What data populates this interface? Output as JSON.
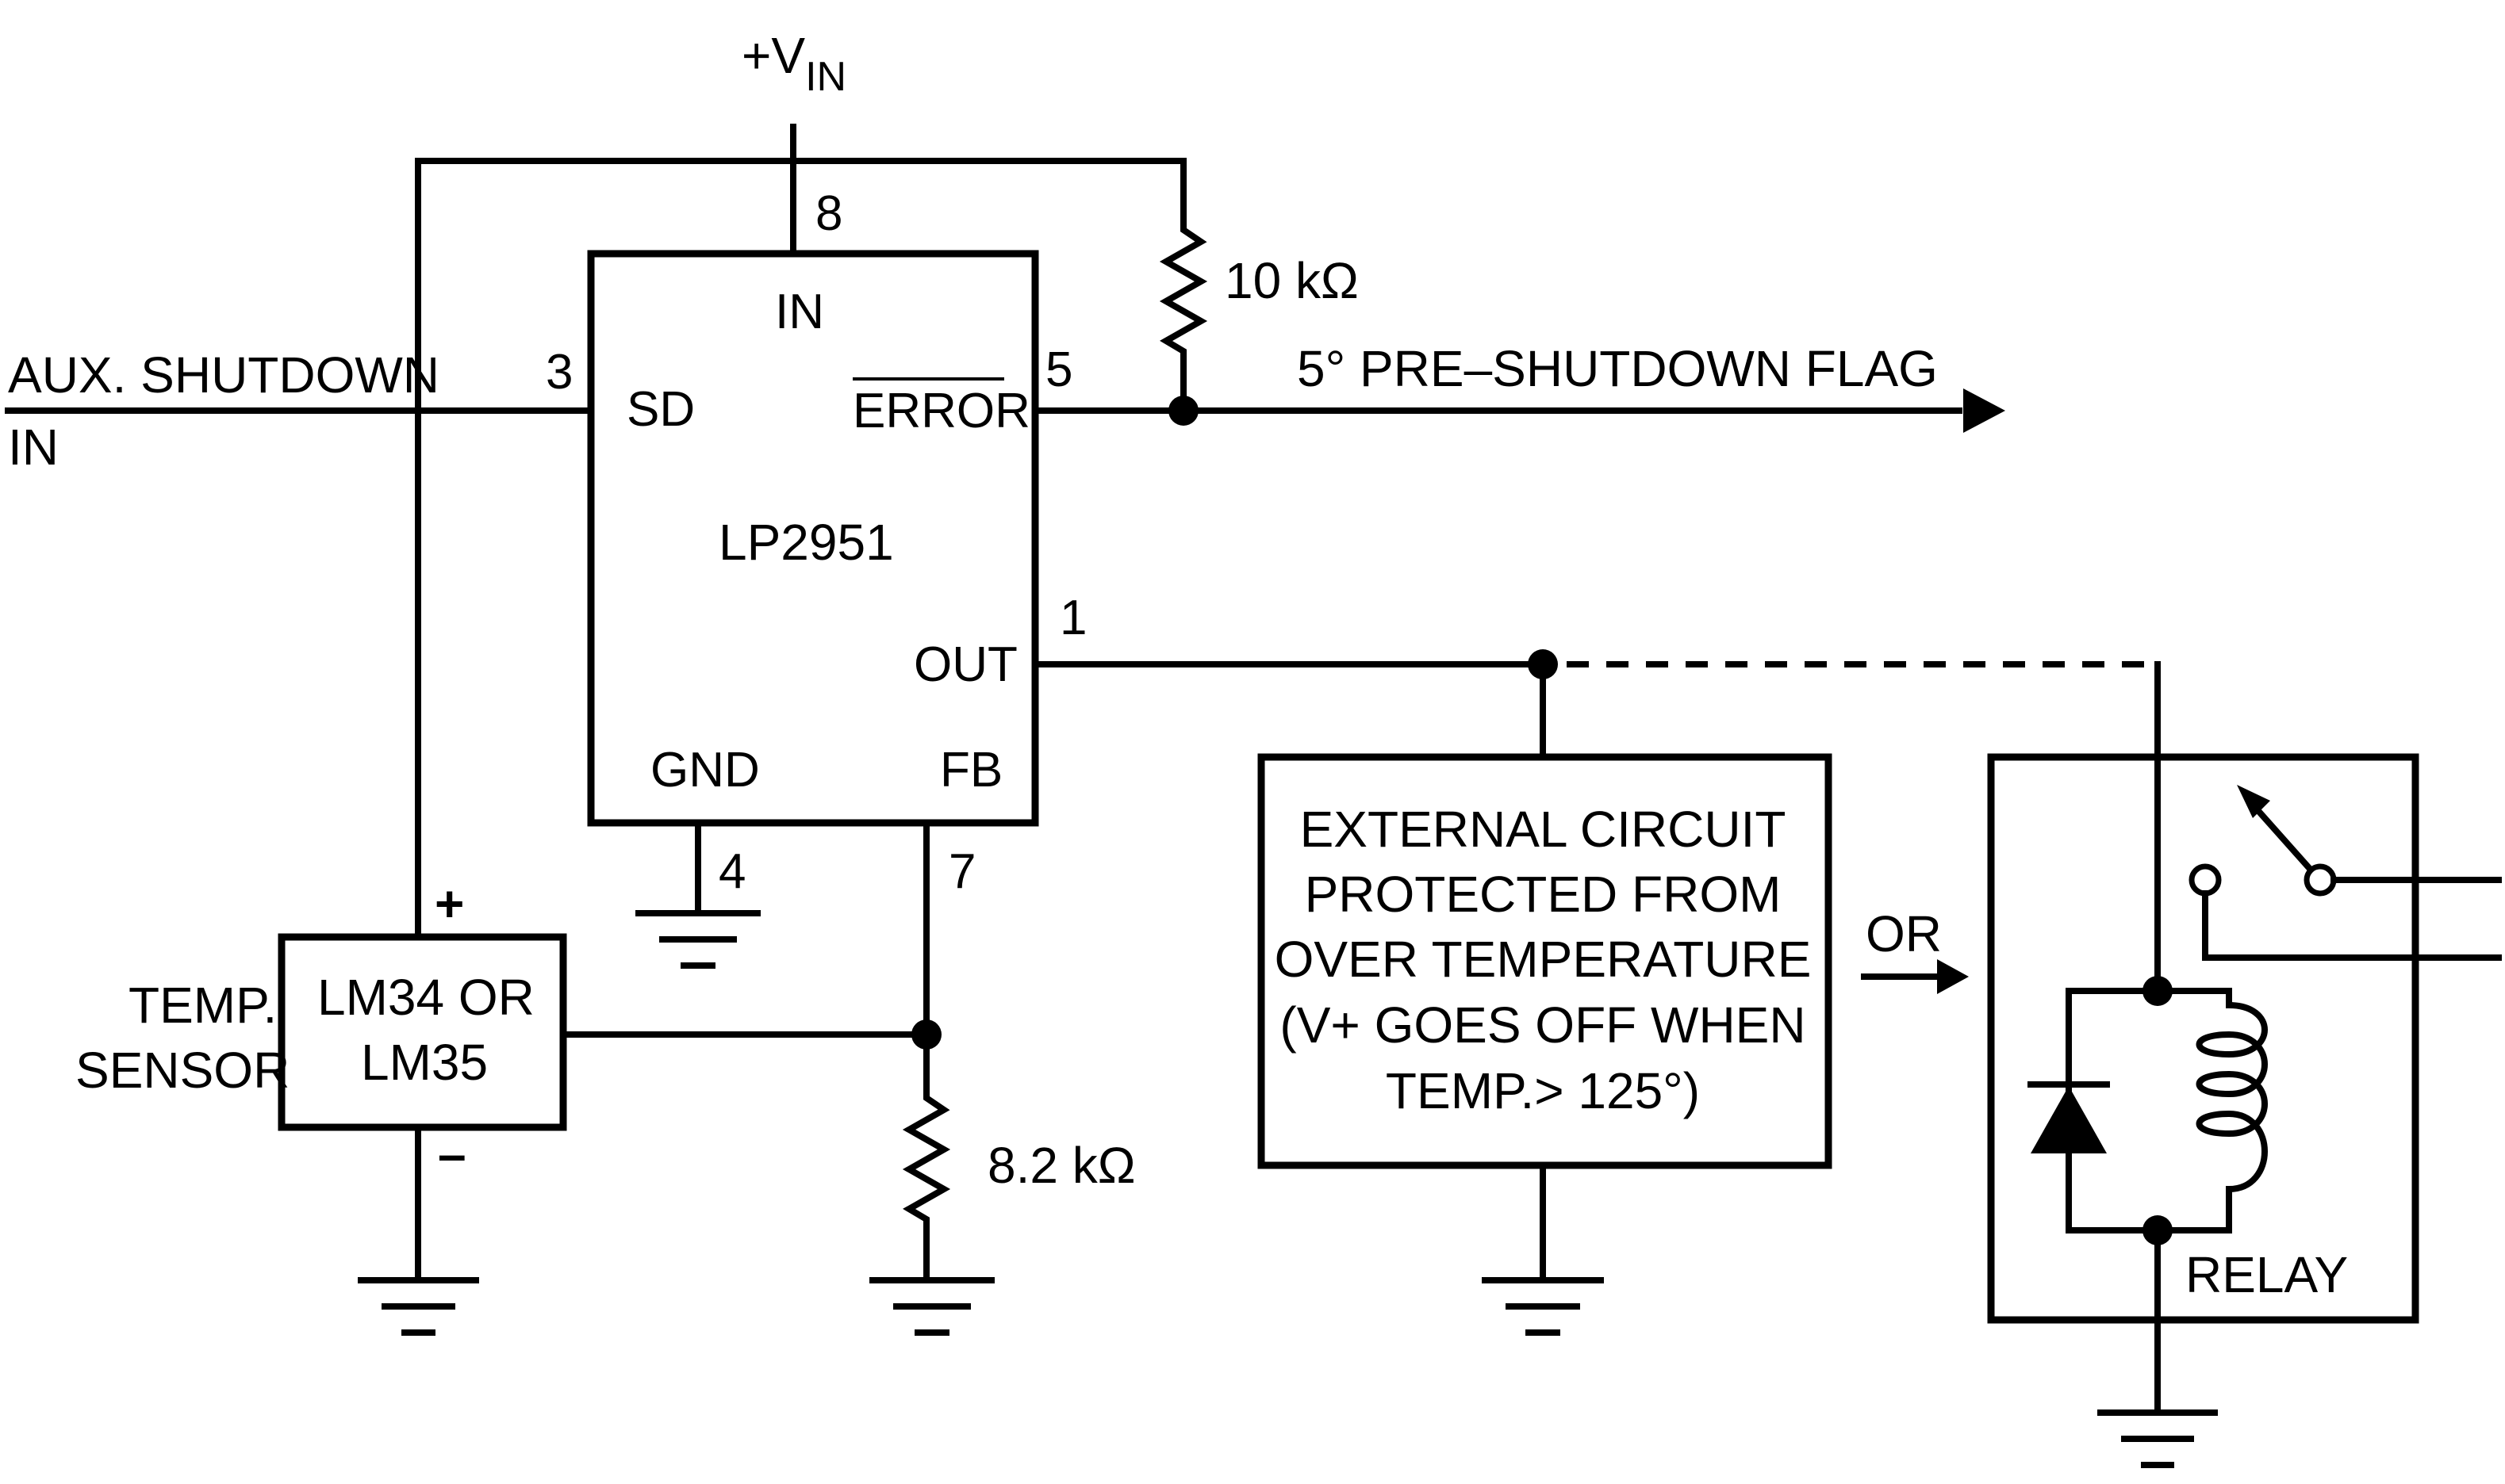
{
  "supply": {
    "label": "+V",
    "sub": "IN"
  },
  "ic": {
    "name": "LP2951",
    "pins": {
      "in": {
        "label": "IN",
        "num": "8"
      },
      "sd": {
        "label": "SD",
        "num": "3"
      },
      "error": {
        "label": "ERROR",
        "num": "5"
      },
      "out": {
        "label": "OUT",
        "num": "1"
      },
      "gnd": {
        "label": "GND",
        "num": "4"
      },
      "fb": {
        "label": "FB",
        "num": "7"
      }
    }
  },
  "aux_shutdown": {
    "line1": "AUX. SHUTDOWN",
    "line2": "IN"
  },
  "resistors": {
    "pullup": "10 kΩ",
    "fb": "8.2 kΩ"
  },
  "flag": "5° PRE–SHUTDOWN FLAG",
  "sensor": {
    "label1": "TEMP.",
    "label2": "SENSOR",
    "name1": "LM34 OR",
    "name2": "LM35",
    "plus": "+",
    "minus": "–"
  },
  "external": {
    "line1": "EXTERNAL CIRCUIT",
    "line2": "PROTECTED FROM",
    "line3": "OVER TEMPERATURE",
    "line4": "(V+ GOES OFF WHEN",
    "line5": "TEMP.> 125°)"
  },
  "or_label": "OR",
  "relay_label": "RELAY"
}
